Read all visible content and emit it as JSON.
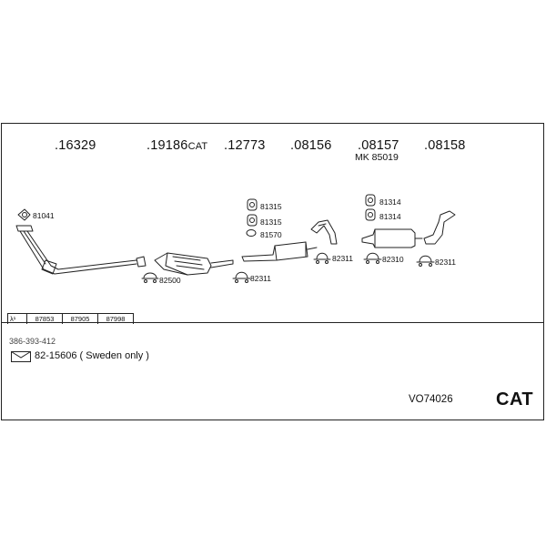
{
  "main_parts": [
    {
      "number": ".16329",
      "suffix": ""
    },
    {
      "number": ".19186",
      "suffix": "CAT"
    },
    {
      "number": ".12773",
      "suffix": ""
    },
    {
      "number": ".08156",
      "suffix": ""
    },
    {
      "number": ".08157",
      "suffix": ""
    },
    {
      "number": ".08158",
      "suffix": ""
    }
  ],
  "sub_part": "MK  85019",
  "fitting_labels": {
    "gasket_front": "81041",
    "clamp_cat": "82500",
    "hanger_1": "81315",
    "hanger_2": "81315",
    "hanger_3": "81570",
    "clamp_mid": "82311",
    "clamp_rear_pipe": "82311",
    "hanger_4": "81314",
    "hanger_5": "81314",
    "clamp_rear_a": "82310",
    "clamp_rear_b": "82311"
  },
  "lambda_table": {
    "symbol": "λ¹",
    "values": [
      "87853",
      "87905",
      "87998"
    ]
  },
  "code_text": "386-393-412",
  "note_text": "82-15606 ( Sweden only )",
  "model_code": "VO74026",
  "category": "CAT"
}
